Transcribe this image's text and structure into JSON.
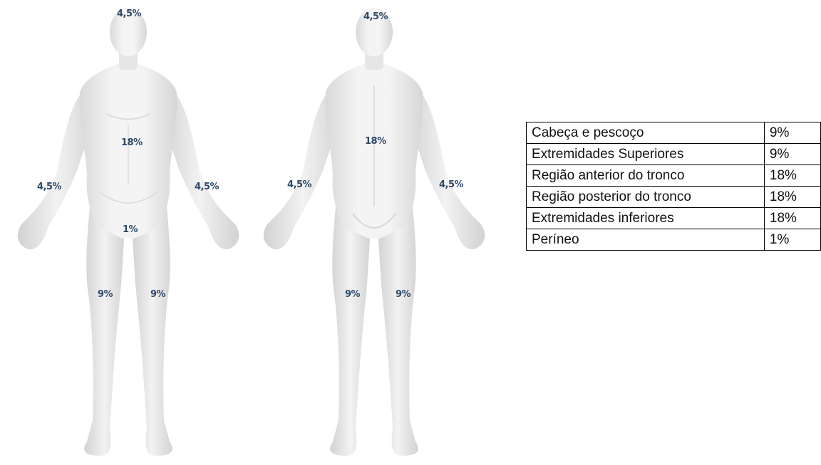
{
  "front_labels": {
    "head": "4,5%",
    "trunk": "18%",
    "arm_left": "4,5%",
    "arm_right": "4,5%",
    "perineum": "1%",
    "leg_left": "9%",
    "leg_right": "9%"
  },
  "back_labels": {
    "head": "4,5%",
    "trunk": "18%",
    "arm_left": "4,5%",
    "arm_right": "4,5%",
    "leg_left": "9%",
    "leg_right": "9%"
  },
  "table": {
    "rows": [
      {
        "region": "Cabeça e pescoço",
        "value": "9%"
      },
      {
        "region": "Extremidades Superiores",
        "value": "9%"
      },
      {
        "region": "Região anterior do tronco",
        "value": "18%"
      },
      {
        "region": "Região posterior do tronco",
        "value": "18%"
      },
      {
        "region": "Extremidades inferiores",
        "value": "18%"
      },
      {
        "region": "Períneo",
        "value": "1%"
      }
    ]
  },
  "colors": {
    "label_text": "#2f4a6a",
    "body_fill": "#efefef",
    "body_shadow": "#d4d4d4"
  }
}
